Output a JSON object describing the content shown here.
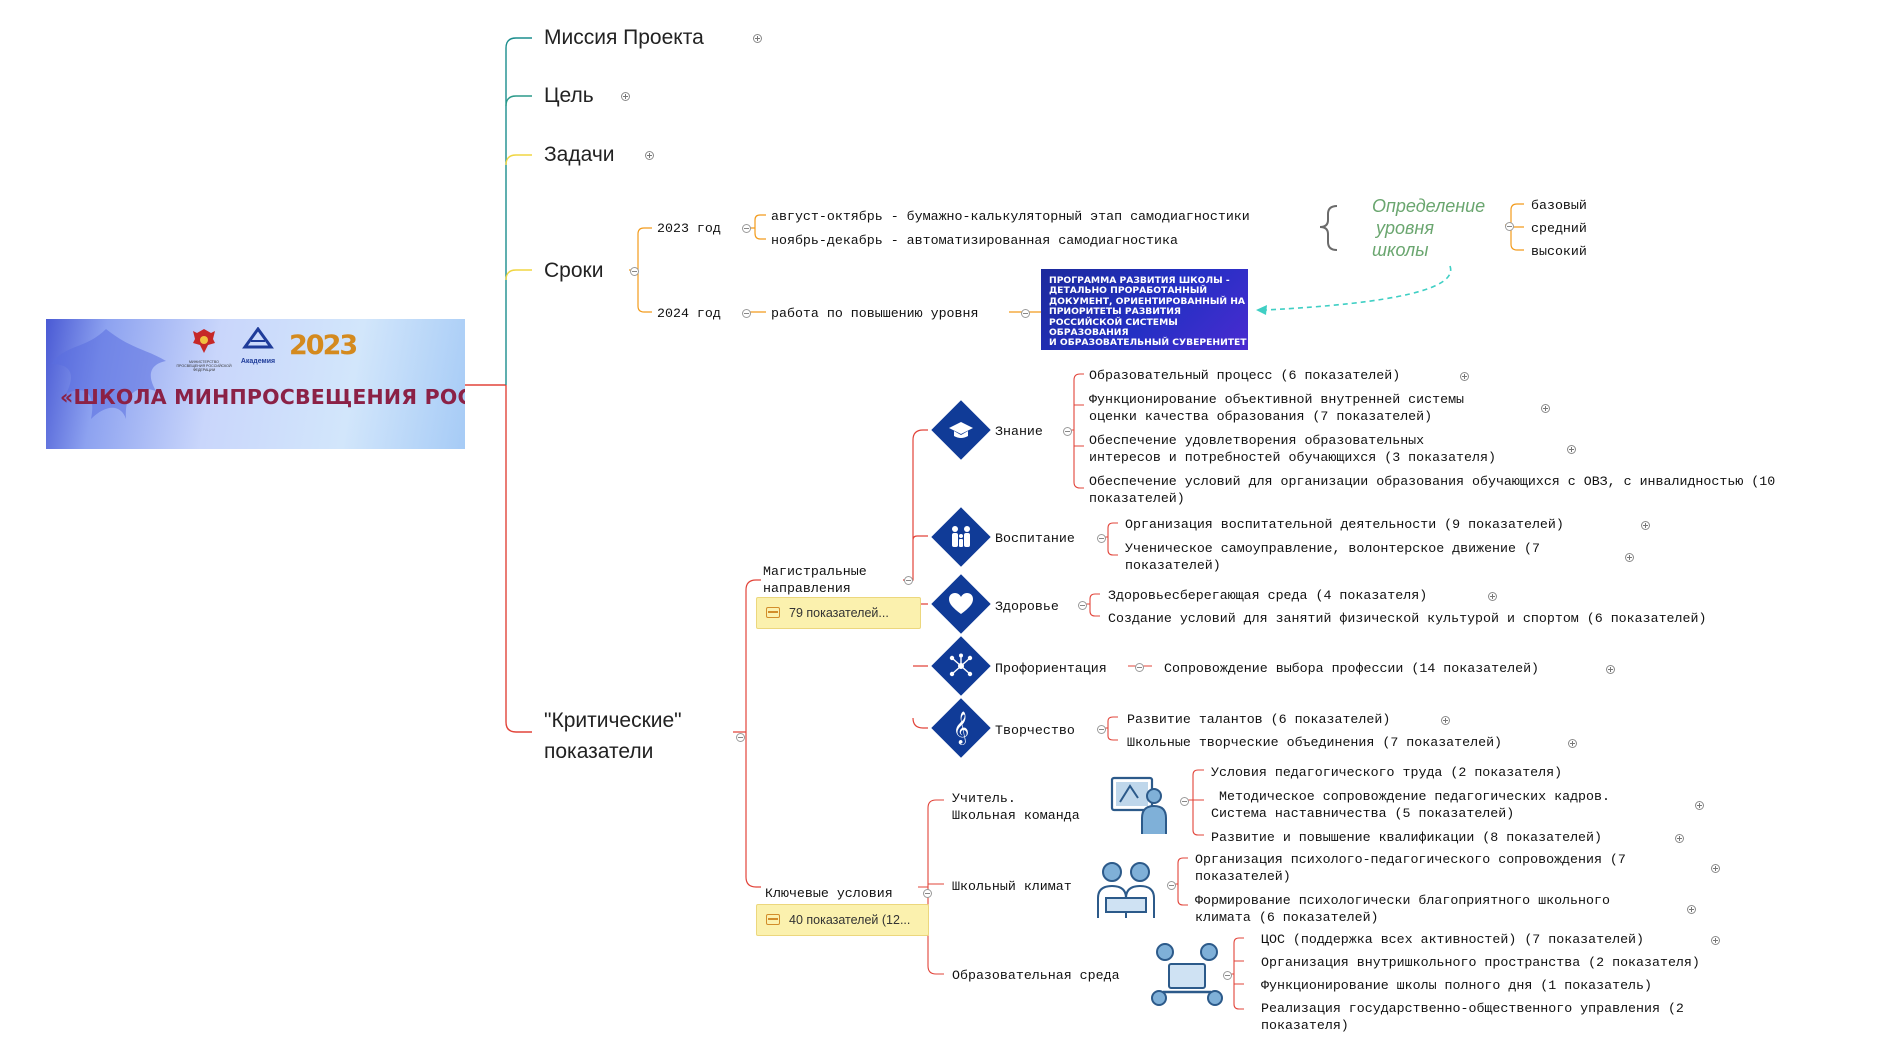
{
  "banner": {
    "title": "«ШКОЛА МИНПРОСВЕЩЕНИЯ РОССИИ»",
    "ministry_caption": "МИНИСТЕРСТВО ПРОСВЕЩЕНИЯ РОССИЙСКОЙ ФЕДЕРАЦИИ",
    "academy_logo": "Академия",
    "year_logo": "2023"
  },
  "root": {
    "mission": "Миссия Проекта",
    "goal": "Цель",
    "tasks": "Задачи",
    "terms": "Сроки",
    "critical": "\"Критические\"",
    "critical2": "показатели"
  },
  "terms": {
    "y2023": "2023 год",
    "y2023_a": "август-октябрь - бумажно-калькуляторный этап самодиагностики",
    "y2023_b": "ноябрь-декабрь - автоматизированная самодиагностика",
    "level_title_1": "Определение",
    "level_title_2": "уровня",
    "level_title_3": "школы",
    "levels": [
      "базовый",
      "средний",
      "высокий"
    ],
    "y2024": "2024 год",
    "y2024_a": "работа по повышению уровня"
  },
  "program_box": {
    "lines": [
      "ПРОГРАММА РАЗВИТИЯ ШКОЛЫ -",
      "ДЕТАЛЬНО ПРОРАБОТАННЫЙ",
      "ДОКУМЕНТ, ОРИЕНТИРОВАННЫЙ НА",
      "ПРИОРИТЕТЫ РАЗВИТИЯ",
      "РОССИЙСКОЙ СИСТЕМЫ",
      "ОБРАЗОВАНИЯ",
      "И ОБРАЗОВАТЕЛЬНЫЙ СУВЕРЕНИТЕТ"
    ]
  },
  "magistral": {
    "title1": "Магистральные",
    "title2": "направления",
    "note": "79 показателей...",
    "directions": {
      "knowledge": {
        "label": "Знание",
        "icon": "graduation-cap-icon",
        "items": [
          "Образовательный процесс (6 показателей)",
          "Функционирование объективной внутренней системы",
          "оценки качества образования (7 показателей)",
          "Обеспечение удовлетворения образовательных",
          "интересов и потребностей обучающихся (3 показателя)",
          "Обеспечение условий для организации образования обучающихся с ОВЗ, с инвалидностью (10",
          "показателей)"
        ]
      },
      "upbringing": {
        "label": "Воспитание",
        "icon": "family-icon",
        "items": [
          "Организация воспитательной деятельности (9 показателей)",
          "Ученическое самоуправление, волонтерское движение (7",
          "показателей)"
        ]
      },
      "health": {
        "label": "Здоровье",
        "icon": "heart-icon",
        "items": [
          "Здоровьесберегающая среда (4 показателя)",
          "Создание условий для занятий физической культурой и спортом (6 показателей)"
        ]
      },
      "career": {
        "label": "Профориентация",
        "icon": "network-icon",
        "items": [
          "Сопровождение выбора профессии (14 показателей)"
        ]
      },
      "creativity": {
        "label": "Творчество",
        "icon": "treble-clef-icon",
        "items": [
          "Развитие талантов (6 показателей)",
          "Школьные творческие объединения (7 показателей)"
        ]
      }
    }
  },
  "key": {
    "title": "Ключевые условия",
    "note": "40 показателей (12...",
    "teacher": {
      "label1": "Учитель.",
      "label2": "Школьная команда",
      "icon": "teacher-board-icon",
      "items": [
        "Условия педагогического труда (2 показателя)",
        " Методическое сопровождение педагогических кадров.",
        "Система наставничества (5 показателей)",
        "Развитие и повышение квалификации (8 показателей)"
      ]
    },
    "climate": {
      "label": "Школьный климат",
      "icon": "two-people-icon",
      "items": [
        "Организация психолого-педагогического сопровождения (7",
        "показателей)",
        "Формирование психологически благоприятного школьного",
        "климата (6 показателей)"
      ]
    },
    "environment": {
      "label": "Образовательная среда",
      "icon": "online-class-icon",
      "items": [
        "ЦОС (поддержка всех активностей) (7 показателей)",
        "Организация внутришкольного пространства (2 показателя)",
        "Функционирование школы полного дня (1 показатель)",
        "Реализация государственно-общественного управления (2",
        "показателя)"
      ]
    }
  },
  "colors": {
    "teal": "#1b8d8d",
    "green": "#6aa66f",
    "yellow": "#f0d642",
    "orange": "#f29b1c",
    "red": "#e2443a",
    "diamond": "#103b97",
    "dashed": "#3fcfc4"
  }
}
